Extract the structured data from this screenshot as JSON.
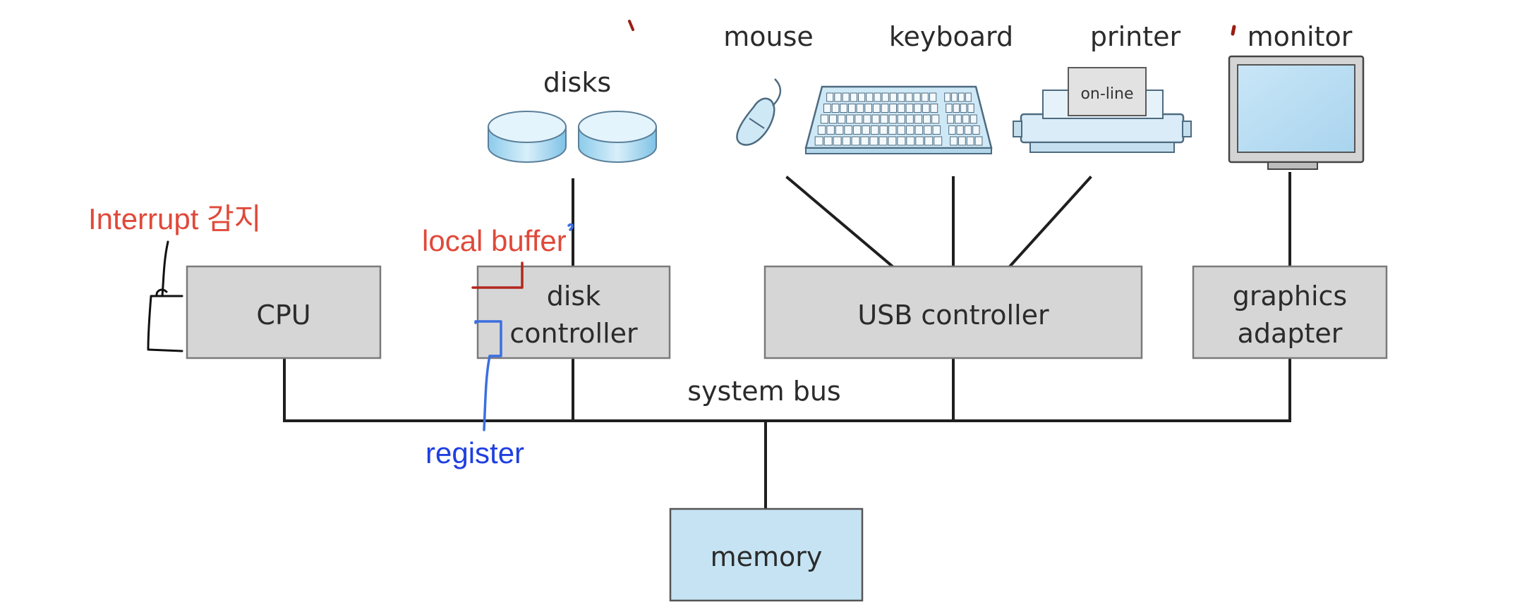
{
  "devices": {
    "disks": "disks",
    "mouse": "mouse",
    "keyboard": "keyboard",
    "printer": "printer",
    "printer_panel": "on-line",
    "monitor": "monitor"
  },
  "controllers": {
    "cpu": "CPU",
    "disk_line1": "disk",
    "disk_line2": "controller",
    "usb": "USB controller",
    "graphics_line1": "graphics",
    "graphics_line2": "adapter"
  },
  "bus": {
    "label": "system bus"
  },
  "memory": {
    "label": "memory"
  },
  "annotations": {
    "interrupt": "Interrupt 감지",
    "local_buffer": "local buffer",
    "register": "register"
  },
  "colors": {
    "annotation_red": "#e0493a",
    "annotation_blue": "#1f3fe0",
    "box_fill": "#d6d6d6",
    "memory_fill": "#c5e3f3",
    "device_blue": "#c9e6f7"
  }
}
